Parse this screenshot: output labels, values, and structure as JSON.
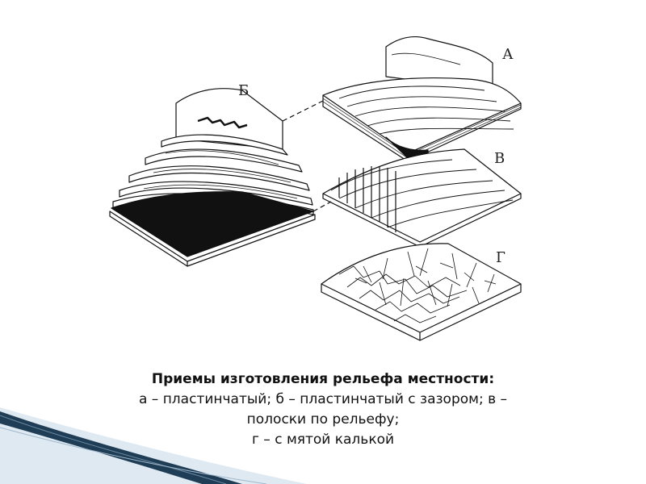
{
  "figure": {
    "labels": {
      "a": "А",
      "b": "Б",
      "v": "В",
      "g": "Г"
    }
  },
  "caption": {
    "title": "Приемы изготовления рельефа местности:",
    "line1": "а – пластинчатый; б – пластинчатый с зазором; в –",
    "line2": "полоски по рельефу;",
    "line3": "г – с мятой калькой"
  },
  "colors": {
    "ink": "#111111",
    "wave": "#1f3d55",
    "wave_light": "#b9cfe0"
  }
}
